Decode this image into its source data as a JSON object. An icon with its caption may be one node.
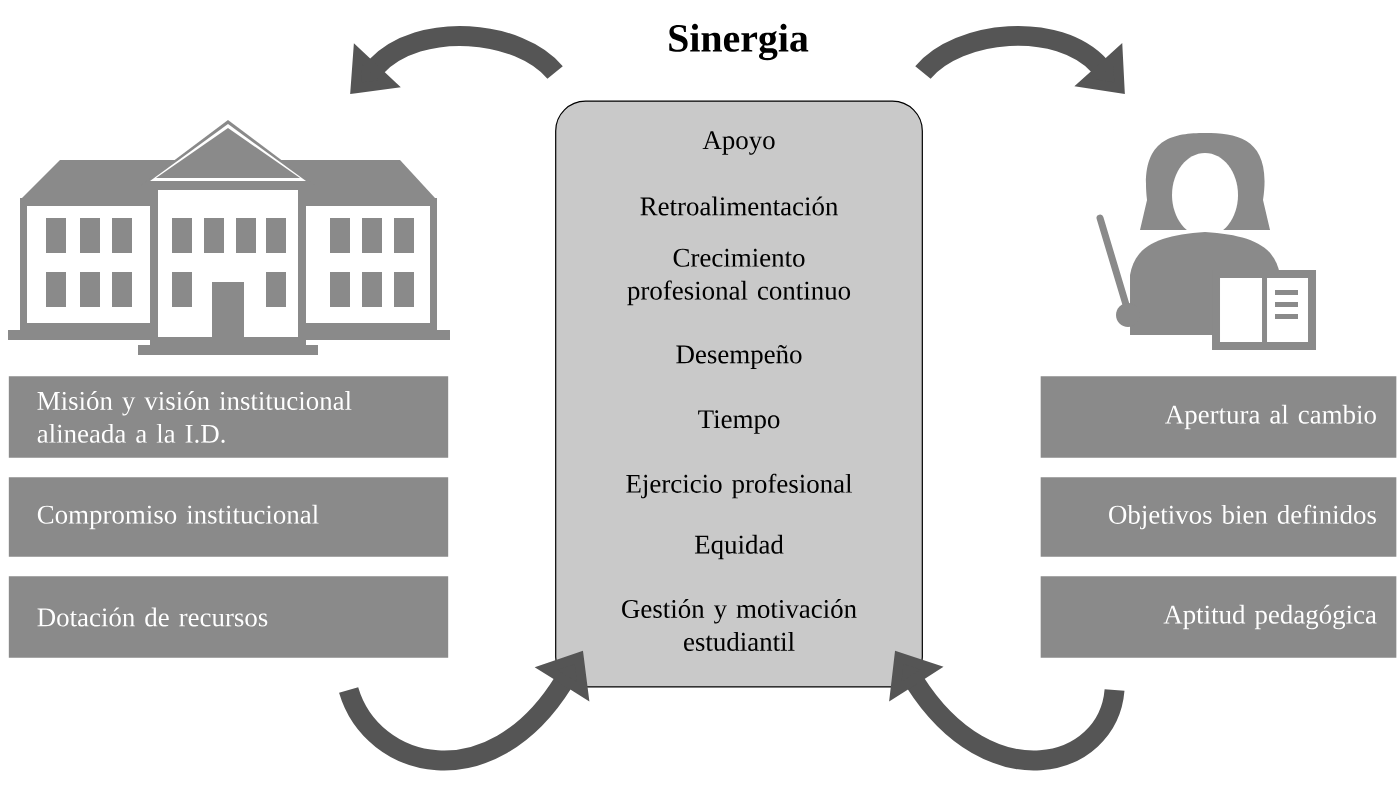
{
  "diagram": {
    "title": "Sinergia",
    "nodes": [
      {
        "text": [],
        "shape": "picture"
      },
      {
        "text": [
          "Apoyo",
          "Retroalimentación",
          "Crecimiento profesional continuo",
          "Desempeño",
          "Tiempo",
          "Ejercicio profesional",
          "Equidad",
          "Gestión y motivación estudiantil"
        ]
      },
      {
        "text": [
          "Misión y visión institucional alineada a la I.D."
        ]
      },
      {
        "text": [
          "Compromiso institucional"
        ]
      },
      {
        "text": [
          "Dotación de recursos"
        ]
      },
      {
        "text": [],
        "shape": "picture"
      },
      {
        "text": [
          "Apertura al cambio"
        ]
      },
      {
        "text": [
          "Objetivos bien definidos"
        ]
      },
      {
        "text": [
          "Aptitud pedagógica"
        ]
      }
    ],
    "edges": [
      {
        "from": 1,
        "to": 0,
        "arrow": "to"
      },
      {
        "from": 1,
        "to": 5,
        "arrow": "to"
      },
      {
        "from": 4,
        "to": 1,
        "arrow": "to"
      },
      {
        "from": 8,
        "to": 1,
        "arrow": "to"
      }
    ]
  }
}
